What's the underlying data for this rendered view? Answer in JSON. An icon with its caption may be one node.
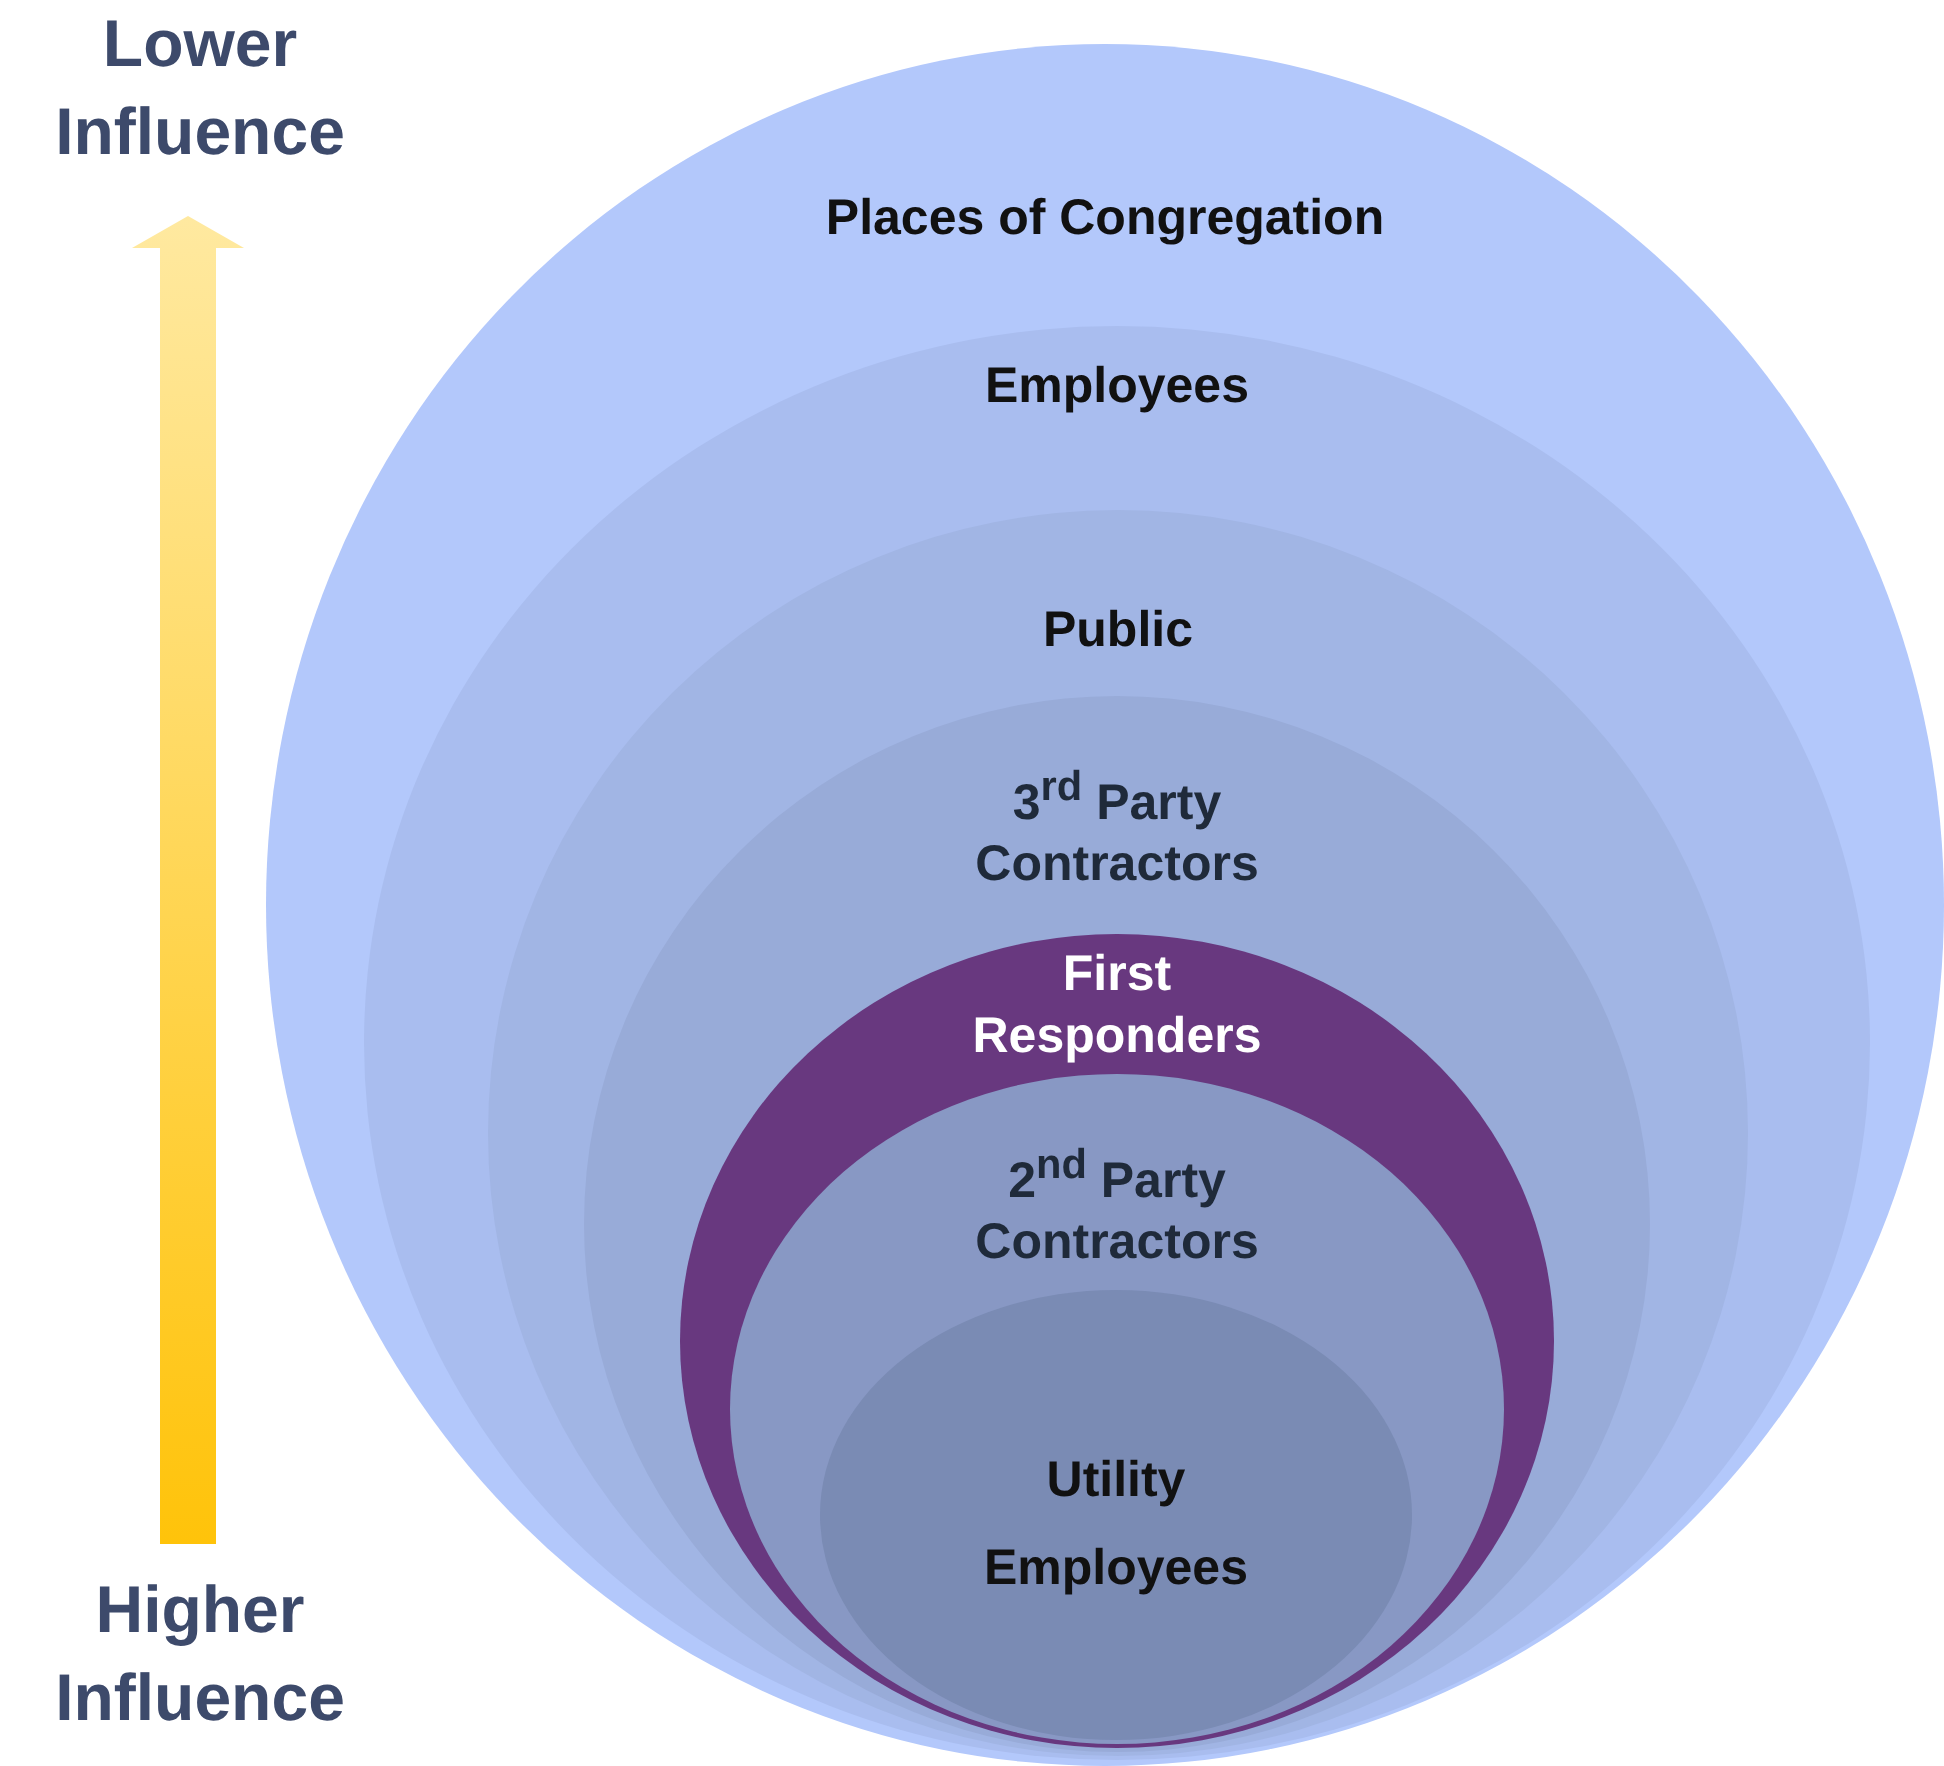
{
  "diagram": {
    "nodes": [
      {
        "text": [
          "Places of Congregation"
        ]
      },
      {
        "text": [
          "Employees"
        ],
        "in": 0
      },
      {
        "text": [
          "Public"
        ],
        "in": 1
      },
      {
        "text": [
          "3$^{rd}$ Party Contractors"
        ],
        "in": 2
      },
      {
        "text": [
          "First Responders"
        ],
        "in": 3
      },
      {
        "text": [
          "2$^{nd}$ Party Contractors"
        ],
        "in": 4
      },
      {
        "text": [
          "Utility Employees"
        ],
        "in": 5
      }
    ],
    "labels": [
      "Lower Influence",
      "Higher Influence"
    ]
  }
}
